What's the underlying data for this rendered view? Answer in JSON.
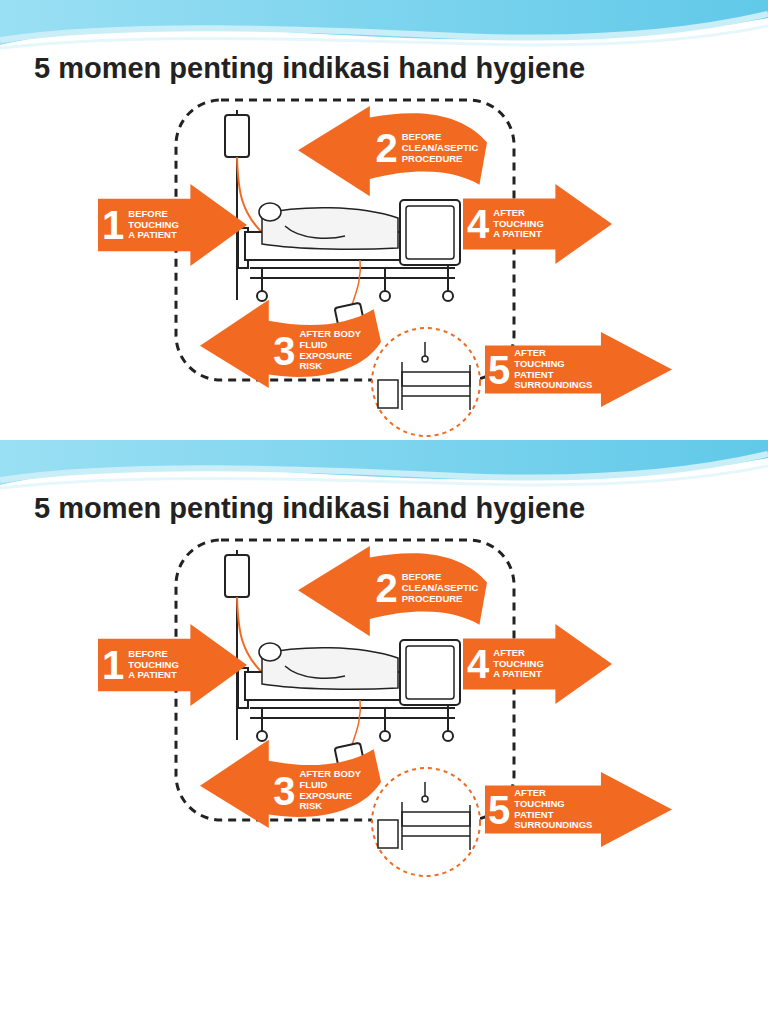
{
  "diagram": {
    "title": "5 momen penting indikasi hand hygiene",
    "nodes": [
      {
        "text": [
          "1",
          "BEFORE TOUCHING A PATIENT"
        ]
      },
      {
        "text": [
          "2",
          "BEFORE CLEAN/ASEPTIC PROCEDURE"
        ]
      },
      {
        "text": [
          "3",
          "AFTER BODY FLUID EXPOSURE RISK"
        ]
      },
      {
        "text": [
          "4",
          "AFTER TOUCHING A PATIENT"
        ]
      },
      {
        "text": [
          "5",
          "AFTER TOUCHING PATIENT SURROUNDINGS"
        ]
      },
      {
        "text": [
          "1",
          "BEFORE TOUCHING A PATIENT"
        ]
      },
      {
        "text": [
          "2",
          "BEFORE CLEAN/ASEPTIC PROCEDURE"
        ]
      },
      {
        "text": [
          "3",
          "AFTER BODY FLUID EXPOSURE RISK"
        ]
      },
      {
        "text": [
          "4",
          "AFTER TOUCHING A PATIENT"
        ]
      },
      {
        "text": [
          "5",
          "AFTER TOUCHING PATIENT SURROUNDINGS"
        ]
      }
    ],
    "labels": [
      "5 momen penting indikasi hand hygiene"
    ]
  }
}
